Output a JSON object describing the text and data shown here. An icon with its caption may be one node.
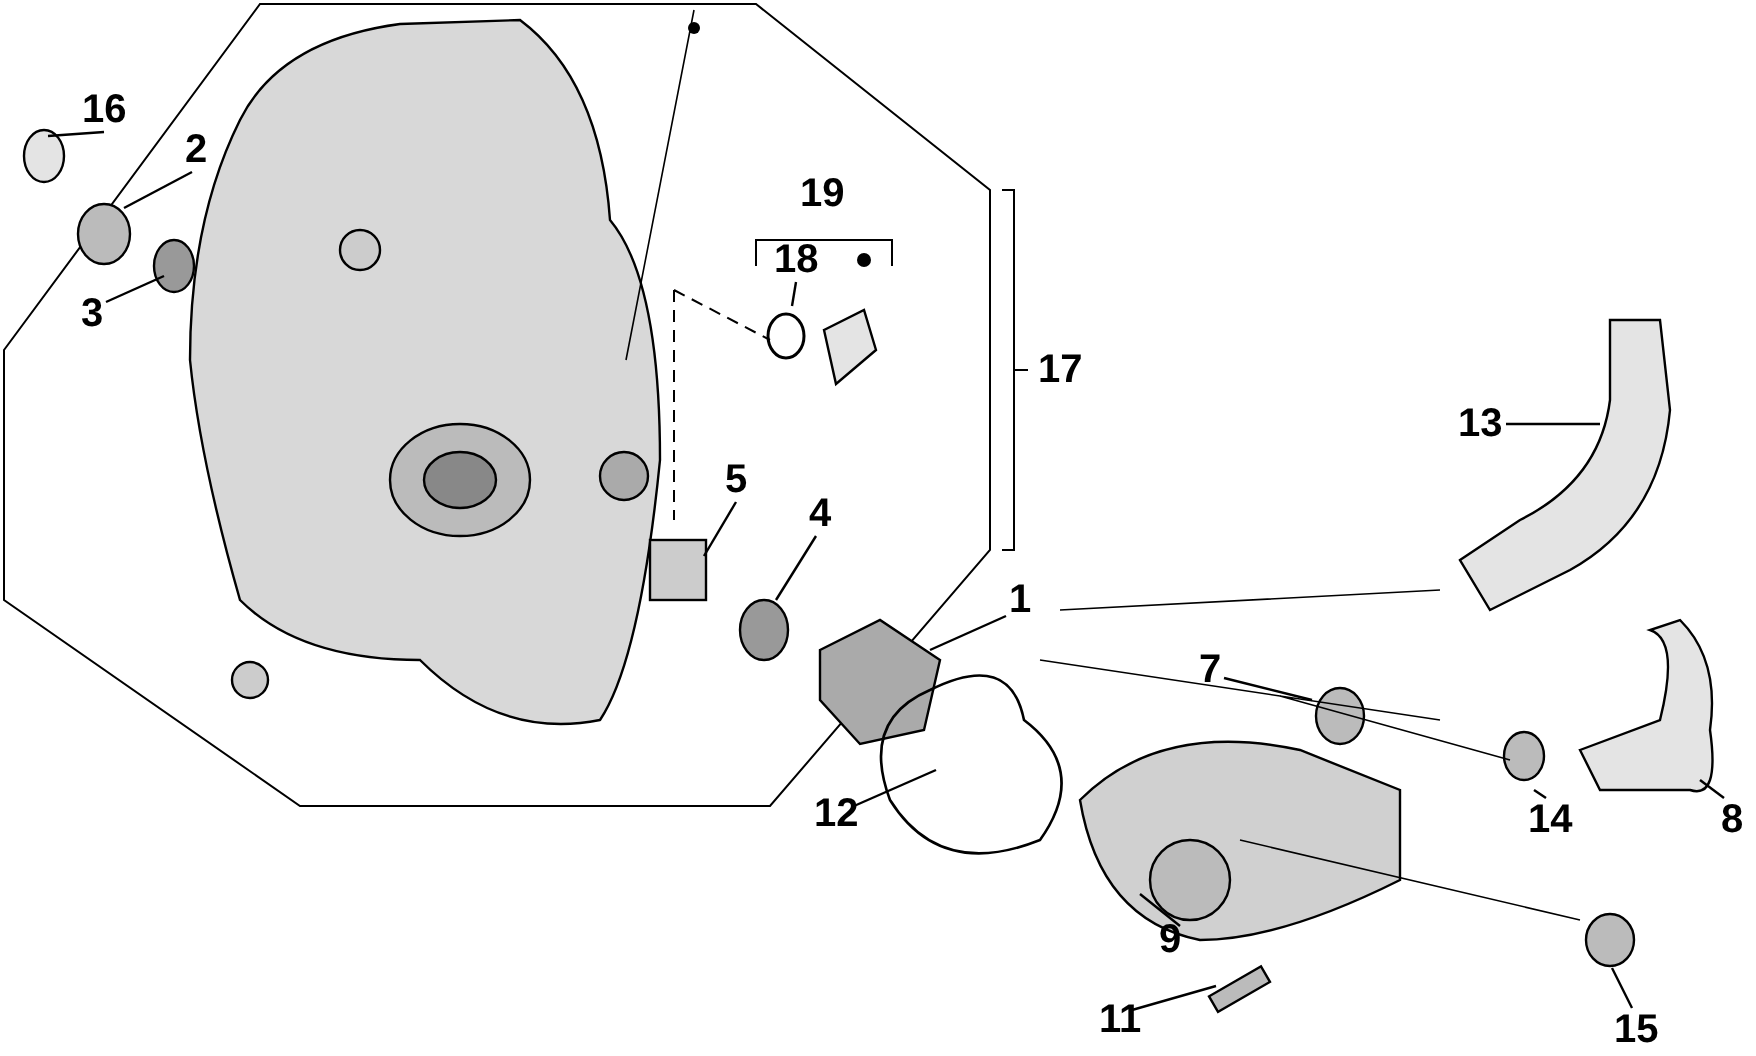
{
  "diagram": {
    "nodes": [
      {
        "text": [
          "16"
        ]
      },
      {
        "text": [
          "2"
        ]
      },
      {
        "text": [
          "19"
        ]
      },
      {
        "text": [
          "18"
        ]
      },
      {
        "text": [
          "3"
        ]
      },
      {
        "text": [
          "17"
        ]
      },
      {
        "text": [
          "13"
        ]
      },
      {
        "text": [
          "5"
        ]
      },
      {
        "text": [
          "4"
        ]
      },
      {
        "text": [
          "1"
        ]
      },
      {
        "text": [
          "7"
        ]
      },
      {
        "text": [
          "14"
        ]
      },
      {
        "text": [
          "12"
        ]
      },
      {
        "text": [
          "8"
        ]
      },
      {
        "text": [
          "9"
        ]
      },
      {
        "text": [
          "11"
        ]
      },
      {
        "text": [
          "15"
        ]
      }
    ],
    "edges": [
      {
        "from": 0,
        "to": null,
        "arrow": "none"
      },
      {
        "from": 1,
        "to": null,
        "arrow": "none"
      },
      {
        "from": 3,
        "to": null,
        "arrow": "none"
      },
      {
        "from": 4,
        "to": null,
        "arrow": "none"
      },
      {
        "from": 6,
        "to": null,
        "arrow": "none"
      },
      {
        "from": 7,
        "to": null,
        "arrow": "none"
      },
      {
        "from": 8,
        "to": null,
        "arrow": "none"
      },
      {
        "from": 9,
        "to": null,
        "arrow": "none"
      },
      {
        "from": 10,
        "to": null,
        "arrow": "none"
      },
      {
        "from": 11,
        "to": null,
        "arrow": "none"
      },
      {
        "from": 12,
        "to": null,
        "arrow": "none"
      },
      {
        "from": 13,
        "to": null,
        "arrow": "none"
      },
      {
        "from": 14,
        "to": null,
        "arrow": "none"
      },
      {
        "from": 15,
        "to": null,
        "arrow": "none"
      },
      {
        "from": 16,
        "to": null,
        "arrow": "none"
      }
    ]
  }
}
